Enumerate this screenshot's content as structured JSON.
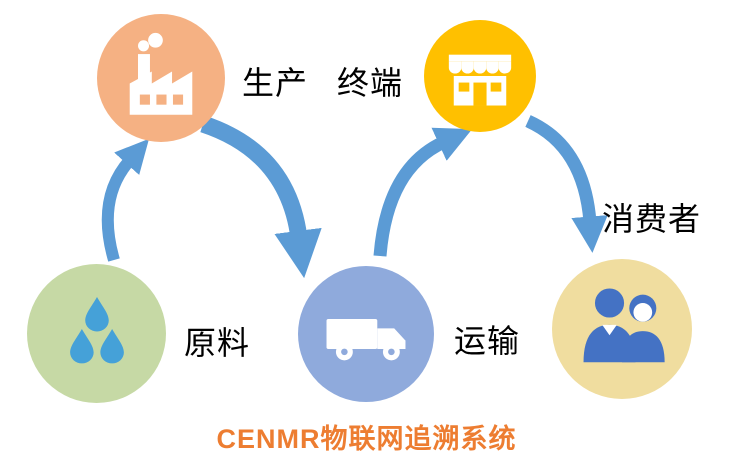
{
  "title": "CENMR物联网追溯系统",
  "nodes": [
    {
      "id": "production",
      "label": "生产",
      "icon": "factory-icon",
      "color": "#F5B183"
    },
    {
      "id": "terminal",
      "label": "终端",
      "icon": "storefront-icon",
      "color": "#FFC000"
    },
    {
      "id": "raw-material",
      "label": "原料",
      "icon": "water-drops-icon",
      "color": "#C6D9A5"
    },
    {
      "id": "transport",
      "label": "运输",
      "icon": "truck-icon",
      "color": "#8FAADC"
    },
    {
      "id": "consumer",
      "label": "消费者",
      "icon": "people-icon",
      "color": "#F0DD9F"
    }
  ],
  "arrows": [
    {
      "from": "raw-material",
      "to": "production"
    },
    {
      "from": "production",
      "to": "transport"
    },
    {
      "from": "transport",
      "to": "terminal"
    },
    {
      "from": "terminal",
      "to": "consumer"
    }
  ],
  "colors": {
    "circle-production": "#F5B183",
    "circle-terminal": "#FFC000",
    "circle-material": "#C6D9A5",
    "circle-transport": "#8FAADC",
    "circle-consumer": "#F0DD9F",
    "arrow": "#5B9BD5",
    "title": "#ED7D31",
    "label": "#000000",
    "icon": "#FFFFFF",
    "drops": "#45A1D8",
    "people": "#4472C4"
  }
}
